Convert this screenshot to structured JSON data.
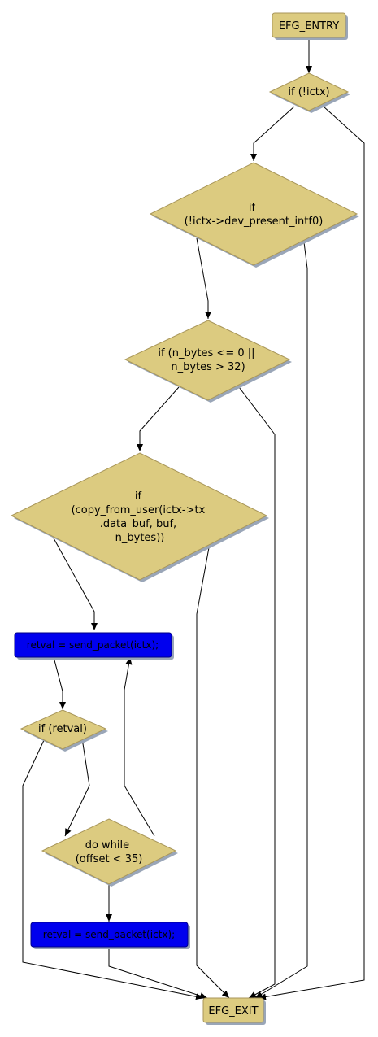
{
  "colors": {
    "decision_fill": "#dccb80",
    "decision_stroke": "#a8965a",
    "terminal_fill": "#dccb80",
    "action_fill": "#0000ee",
    "shadow": "#9aa6b8",
    "edge": "#000000"
  },
  "nodes": {
    "entry": "EFG_ENTRY",
    "exit": "EFG_EXIT",
    "if_ictx": "if (!ictx)",
    "if_dev_present": [
      "if",
      "(!ictx->dev_present_intf0)"
    ],
    "if_n_bytes": [
      "if (n_bytes <= 0 ||",
      "n_bytes > 32)"
    ],
    "if_copy": [
      "if",
      "(copy_from_user(ictx->tx",
      ".data_buf, buf,",
      "n_bytes))"
    ],
    "send_packet_1": "retval = send_packet(ictx);",
    "if_retval": "if (retval)",
    "do_while": [
      "do while",
      "(offset < 35)"
    ],
    "send_packet_2": "retval = send_packet(ictx);"
  }
}
